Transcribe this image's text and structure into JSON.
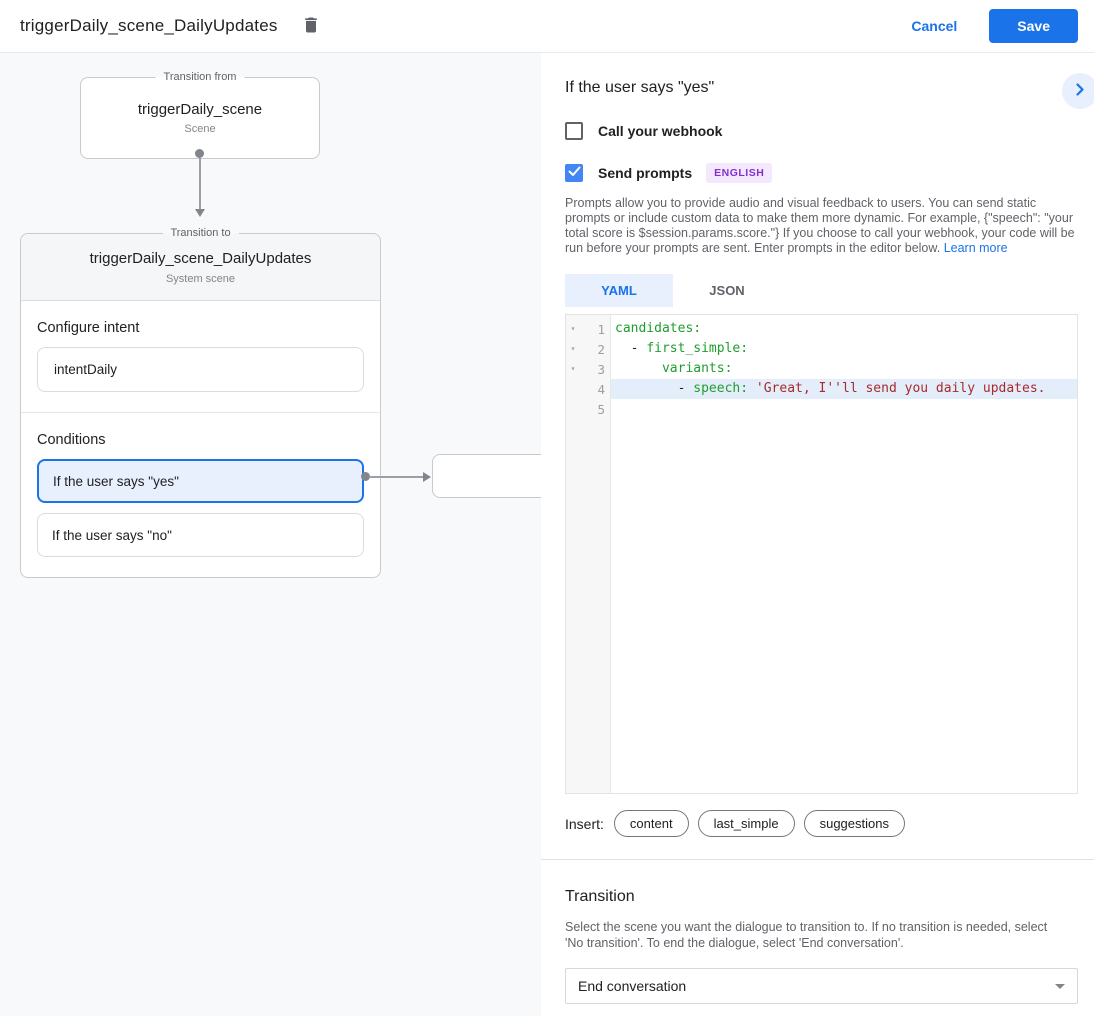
{
  "header": {
    "title": "triggerDaily_scene_DailyUpdates",
    "cancel_label": "Cancel",
    "save_label": "Save"
  },
  "diagram": {
    "from_node": {
      "legend": "Transition from",
      "name": "triggerDaily_scene",
      "type": "Scene"
    },
    "to_node": {
      "legend": "Transition to",
      "name": "triggerDaily_scene_DailyUpdates",
      "type": "System scene"
    },
    "configure_intent": {
      "label": "Configure intent",
      "value": "intentDaily"
    },
    "conditions": {
      "label": "Conditions",
      "items": [
        {
          "label": "If the user says \"yes\"",
          "selected": true
        },
        {
          "label": "If the user says \"no\"",
          "selected": false
        }
      ]
    }
  },
  "panel": {
    "heading": "If the user says \"yes\"",
    "webhook": {
      "label": "Call your webhook",
      "checked": false
    },
    "send_prompts": {
      "label": "Send prompts",
      "checked": true,
      "badge": "ENGLISH"
    },
    "description": "Prompts allow you to provide audio and visual feedback to users. You can send static prompts or include custom data to make them more dynamic. For example, {\"speech\": \"your total score is $session.params.score.\"} If you choose to call your webhook, your code will be run before your prompts are sent. Enter prompts in the editor below.",
    "learn_more": "Learn more",
    "tabs": [
      {
        "label": "YAML",
        "active": true
      },
      {
        "label": "JSON",
        "active": false
      }
    ],
    "editor": {
      "lines": [
        {
          "num": "1",
          "segments": [
            {
              "t": "candidates:",
              "c": "key"
            }
          ]
        },
        {
          "num": "2",
          "segments": [
            {
              "t": "  - ",
              "c": "plain"
            },
            {
              "t": "first_simple:",
              "c": "key"
            }
          ]
        },
        {
          "num": "3",
          "segments": [
            {
              "t": "      ",
              "c": "plain"
            },
            {
              "t": "variants:",
              "c": "key"
            }
          ]
        },
        {
          "num": "4",
          "highlight": true,
          "segments": [
            {
              "t": "        - ",
              "c": "plain"
            },
            {
              "t": "speech: ",
              "c": "key"
            },
            {
              "t": "'Great, I''ll send you daily updates.",
              "c": "string"
            }
          ]
        },
        {
          "num": "5",
          "segments": []
        }
      ]
    },
    "insert": {
      "label": "Insert:",
      "chips": [
        "content",
        "last_simple",
        "suggestions"
      ]
    },
    "transition": {
      "heading": "Transition",
      "description": "Select the scene you want the dialogue to transition to. If no transition is needed, select 'No transition'. To end the dialogue, select 'End conversation'.",
      "select_value": "End conversation"
    }
  },
  "colors": {
    "accent_blue": "#1a73e8",
    "checkbox_blue": "#4285f4",
    "selected_condition_bg": "#e8f0fe",
    "badge_purple": "#8430ce",
    "badge_bg": "#f3e8fd",
    "code_key_green": "#1d9e2e",
    "code_string_red": "#a82a2a",
    "line_highlight": "#e4eefb"
  }
}
